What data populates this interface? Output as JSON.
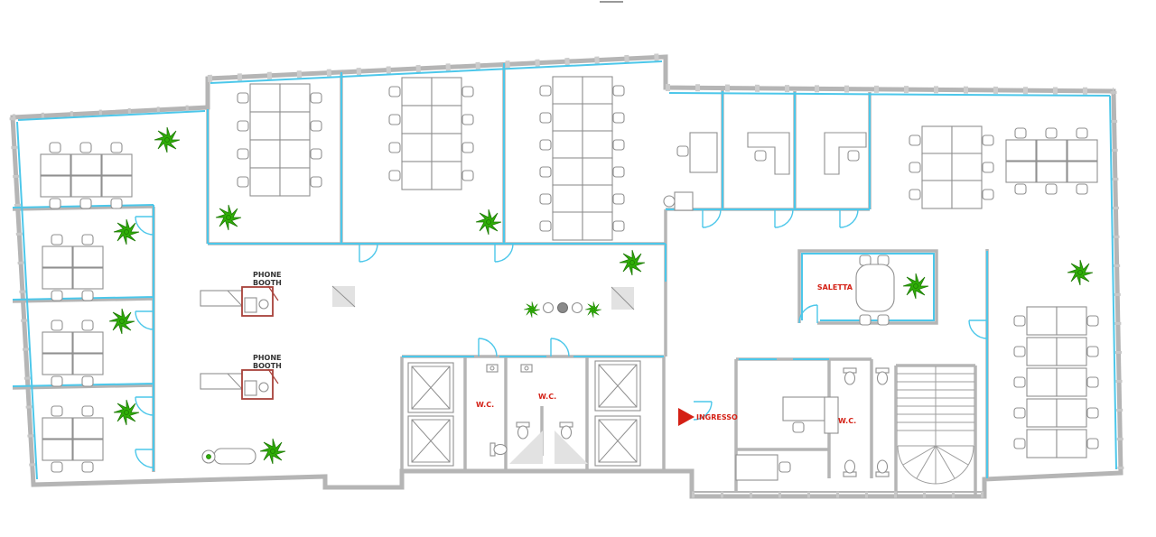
{
  "labels": {
    "phone_booth": [
      "PHONE",
      "BOOTH"
    ],
    "wc": "W.C.",
    "saletta": "SALETTA",
    "ingresso": "INGRESSO"
  },
  "colors": {
    "wall": "#b5b5b5",
    "glass": "#4cc7ea",
    "plant": "#2fae07",
    "plant-dark": "#1d7a04",
    "accent-red": "#d42015",
    "booth-red": "#a8423a",
    "furniture": "#909090"
  }
}
